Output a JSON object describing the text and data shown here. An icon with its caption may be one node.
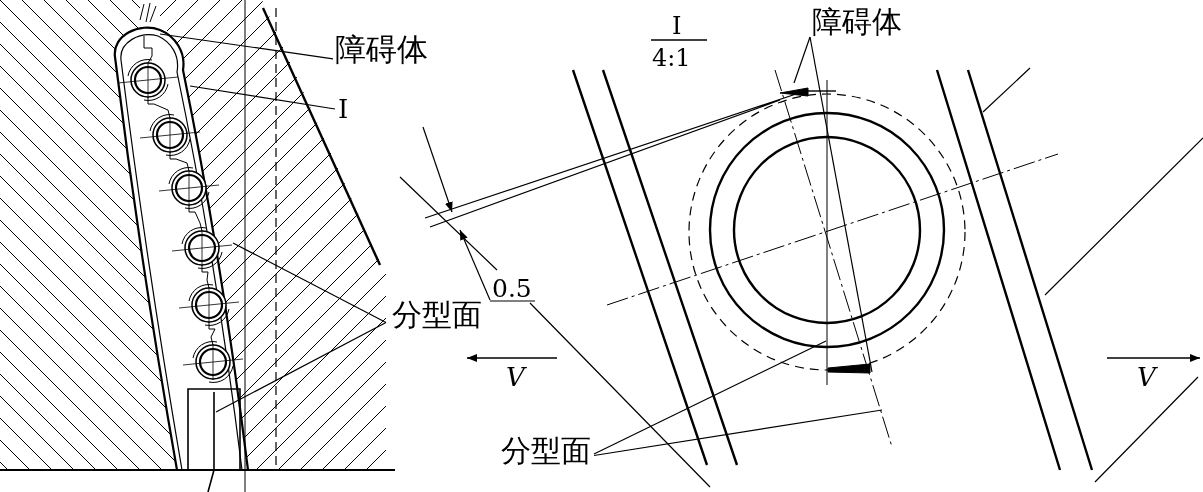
{
  "diagram": {
    "nodes": [
      {
        "text": [
          "障碍体"
        ]
      },
      {
        "text": [
          "I"
        ]
      },
      {
        "text": [
          "分型面"
        ]
      },
      {
        "text": [
          "障碍体"
        ]
      },
      {
        "text": [
          "分型面"
        ]
      }
    ],
    "edges": [
      {
        "from": 0,
        "to": null,
        "arrow": "none"
      },
      {
        "from": 1,
        "to": null,
        "arrow": "none"
      },
      {
        "from": 2,
        "to": null,
        "arrow": "none"
      },
      {
        "from": 2,
        "to": null,
        "arrow": "none"
      },
      {
        "from": 3,
        "to": null,
        "arrow": "none"
      },
      {
        "from": 3,
        "to": null,
        "arrow": "none"
      },
      {
        "from": 4,
        "to": null,
        "arrow": "none"
      },
      {
        "from": 4,
        "to": null,
        "arrow": "none"
      }
    ],
    "labels": [
      "I",
      "4:1",
      "0.5",
      "V",
      "V"
    ]
  }
}
